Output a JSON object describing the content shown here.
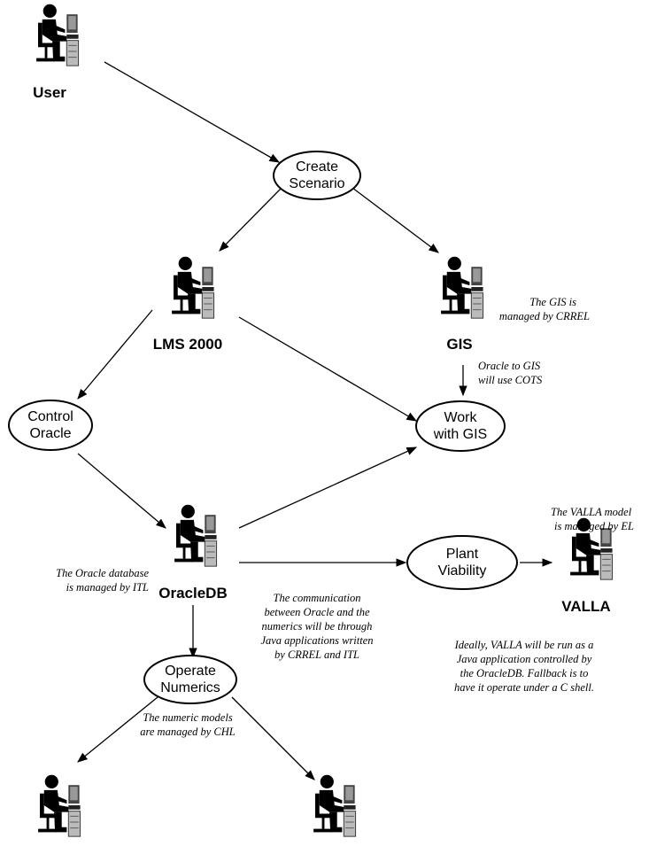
{
  "actors": {
    "user": "User",
    "lms": "LMS 2000",
    "gis": "GIS",
    "oracledb": "OracleDB",
    "valla": "VALLA",
    "numeric_left": "",
    "numeric_right": ""
  },
  "processes": {
    "create_scenario": [
      "Create",
      "Scenario"
    ],
    "control_oracle": [
      "Control",
      "Oracle"
    ],
    "work_with_gis": [
      "Work",
      "with GIS"
    ],
    "plant_viability": [
      "Plant",
      "Viability"
    ],
    "operate_numerics": [
      "Operate",
      "Numerics"
    ]
  },
  "notes": {
    "gis_managed": [
      "The GIS is",
      "managed by CRREL"
    ],
    "oracle_to_gis": [
      "Oracle to GIS",
      "will use COTS"
    ],
    "valla_model": [
      "The VALLA model",
      "is managed by EL"
    ],
    "oracle_db_managed": [
      "The Oracle database",
      "is managed by ITL"
    ],
    "communication": [
      "The communication",
      "between Oracle and the",
      "numerics will be through",
      "Java applications written",
      "by CRREL and ITL"
    ],
    "valla_java": [
      "Ideally, VALLA will be run as a",
      "Java application controlled by",
      "the OracleDB. Fallback is to",
      "have it operate under a C shell."
    ],
    "numeric_models": [
      "The numeric models",
      "are managed by CHL"
    ]
  },
  "colors": {
    "ink": "#000000",
    "background": "#ffffff",
    "screen": "#555555"
  }
}
